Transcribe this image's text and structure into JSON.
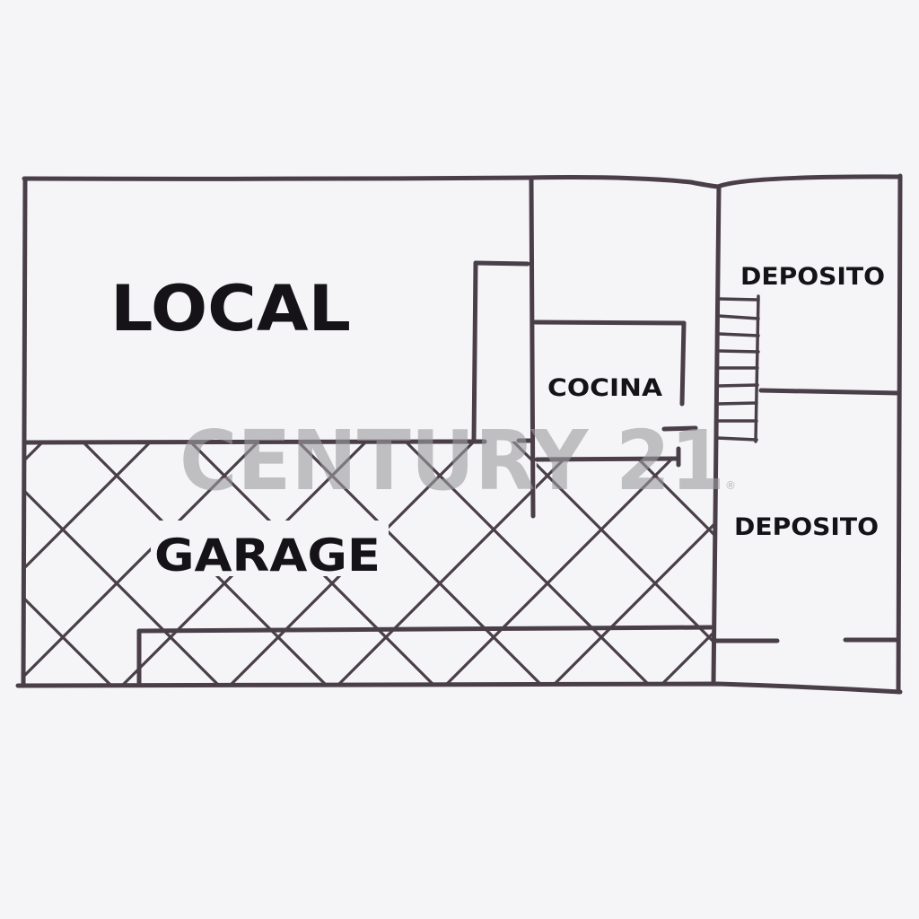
{
  "diagram": {
    "type": "floor-plan",
    "colors": {
      "background": "#f5f5f7",
      "walls": "#4a3f48",
      "labels": "#151317",
      "watermark": "#9b9b9e"
    },
    "rooms": [
      {
        "id": "local",
        "label": "LOCAL"
      },
      {
        "id": "garage",
        "label": "GARAGE"
      },
      {
        "id": "cocina",
        "label": "COCINA"
      },
      {
        "id": "deposito-upper",
        "label": "DEPOSITO"
      },
      {
        "id": "deposito-lower",
        "label": "DEPOSITO"
      }
    ],
    "features": [
      {
        "id": "staircase",
        "steps": 8
      },
      {
        "id": "garage-hatch-pattern",
        "style": "diagonal-crosshatch"
      }
    ],
    "watermark": {
      "text": "CENTURY 21",
      "registered_mark": "®"
    }
  }
}
